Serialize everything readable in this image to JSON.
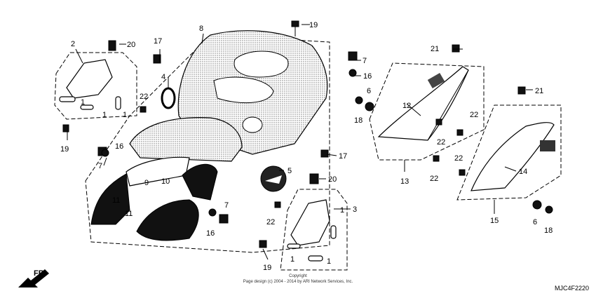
{
  "diagram": {
    "callouts": [
      {
        "id": "c1",
        "text": "1"
      },
      {
        "id": "c2",
        "text": "1"
      },
      {
        "id": "c3",
        "text": "1"
      },
      {
        "id": "c4",
        "text": "1"
      },
      {
        "id": "c5",
        "text": "1"
      },
      {
        "id": "c6",
        "text": "1"
      },
      {
        "id": "c7",
        "text": "2"
      },
      {
        "id": "c8",
        "text": "3"
      },
      {
        "id": "c9",
        "text": "4"
      },
      {
        "id": "c10",
        "text": "5"
      },
      {
        "id": "c11",
        "text": "6"
      },
      {
        "id": "c12",
        "text": "6"
      },
      {
        "id": "c13",
        "text": "7"
      },
      {
        "id": "c14",
        "text": "7"
      },
      {
        "id": "c15",
        "text": "7"
      },
      {
        "id": "c16",
        "text": "8"
      },
      {
        "id": "c17",
        "text": "9"
      },
      {
        "id": "c18",
        "text": "10"
      },
      {
        "id": "c19",
        "text": "11"
      },
      {
        "id": "c20",
        "text": "11"
      },
      {
        "id": "c21",
        "text": "12"
      },
      {
        "id": "c22",
        "text": "13"
      },
      {
        "id": "c23",
        "text": "14"
      },
      {
        "id": "c24",
        "text": "15"
      },
      {
        "id": "c25",
        "text": "16"
      },
      {
        "id": "c26",
        "text": "16"
      },
      {
        "id": "c27",
        "text": "16"
      },
      {
        "id": "c28",
        "text": "17"
      },
      {
        "id": "c29",
        "text": "17"
      },
      {
        "id": "c30",
        "text": "18"
      },
      {
        "id": "c31",
        "text": "18"
      },
      {
        "id": "c32",
        "text": "19"
      },
      {
        "id": "c33",
        "text": "19"
      },
      {
        "id": "c34",
        "text": "19"
      },
      {
        "id": "c35",
        "text": "20"
      },
      {
        "id": "c36",
        "text": "20"
      },
      {
        "id": "c37",
        "text": "21"
      },
      {
        "id": "c38",
        "text": "21"
      },
      {
        "id": "c39",
        "text": "22"
      },
      {
        "id": "c40",
        "text": "22"
      },
      {
        "id": "c41",
        "text": "22"
      },
      {
        "id": "c42",
        "text": "22"
      },
      {
        "id": "c43",
        "text": "22"
      },
      {
        "id": "c44",
        "text": "22"
      }
    ],
    "direction_label": "FR.",
    "copyright_line1": "Copyright",
    "copyright_line2": "Page design (c) 2004 - 2014 by ARI Network Services, Inc.",
    "diagram_code": "MJC4F2220"
  }
}
